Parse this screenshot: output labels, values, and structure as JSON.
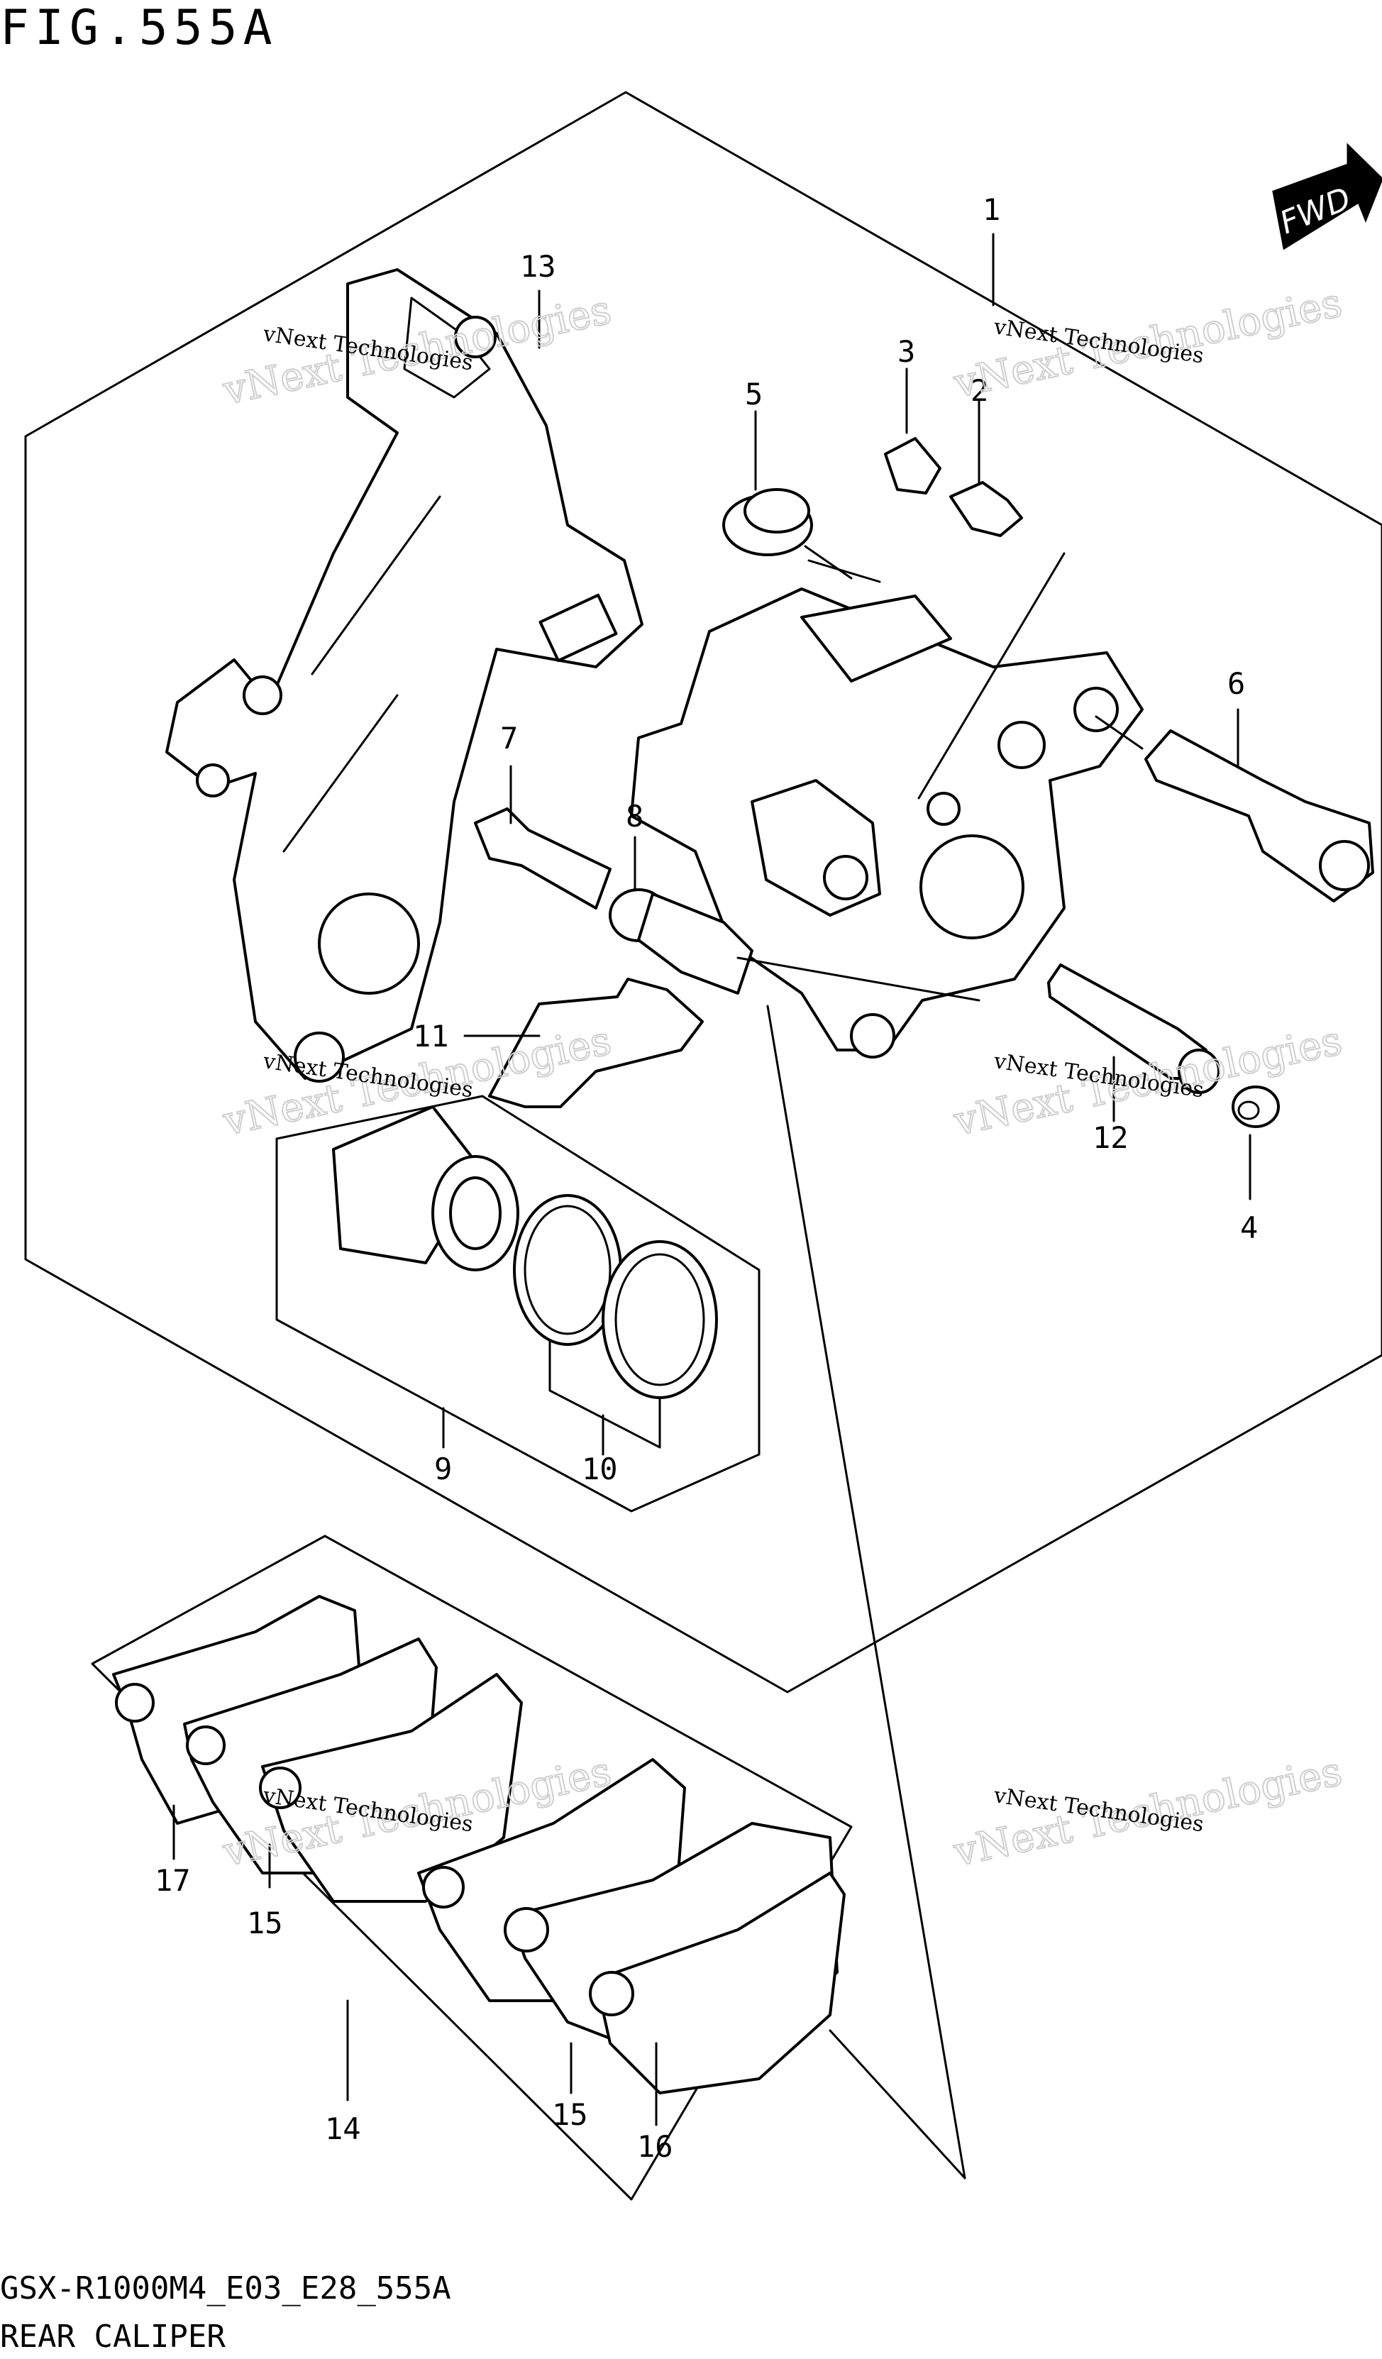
{
  "figure": {
    "title": "FIG.555A",
    "model_code": "GSX-R1000M4_E03_E28_555A",
    "section_name": "REAR CALIPER"
  },
  "fwd_label": "FWD",
  "watermark": {
    "line1": "vNext Technologies",
    "line2": "vNext Technologies"
  },
  "callouts": [
    "1",
    "2",
    "3",
    "4",
    "5",
    "6",
    "7",
    "8",
    "9",
    "10",
    "11",
    "12",
    "13",
    "14",
    "15",
    "15",
    "16",
    "17"
  ]
}
